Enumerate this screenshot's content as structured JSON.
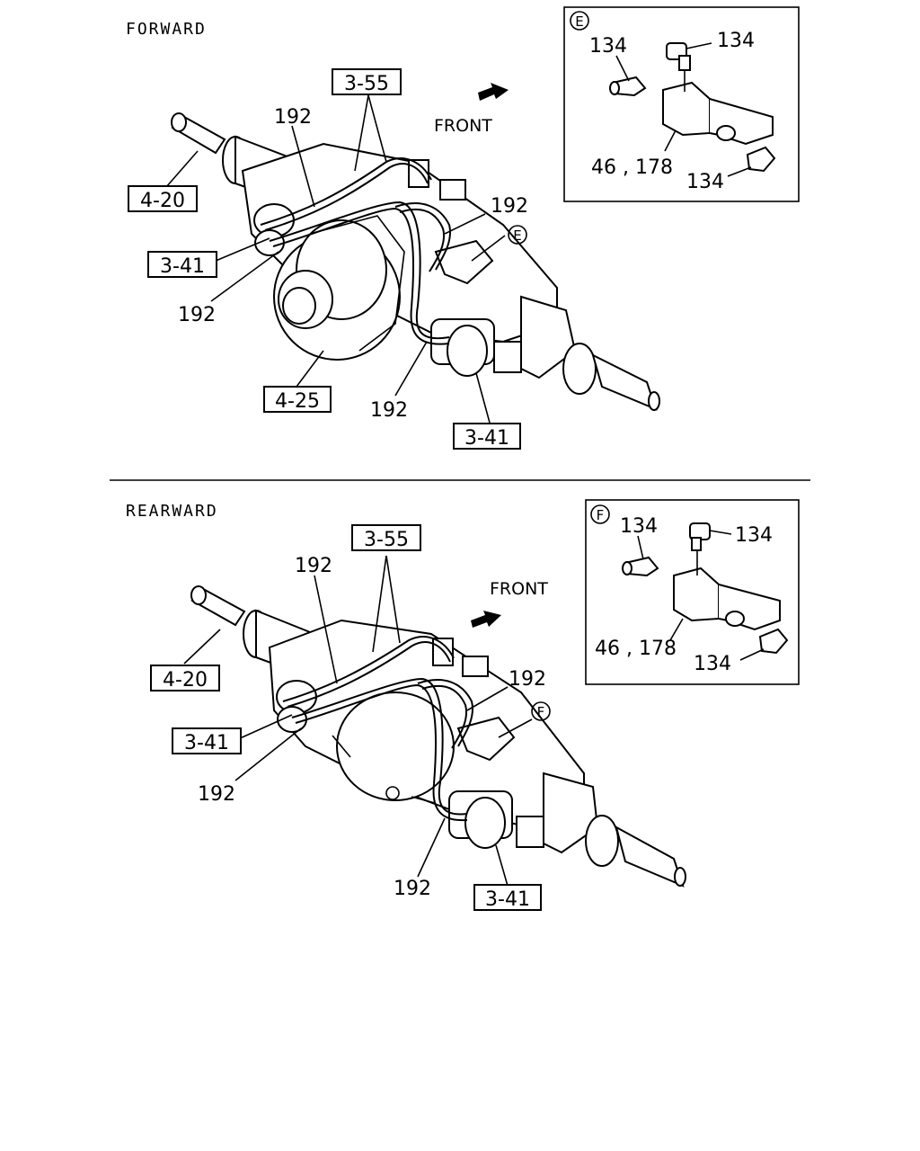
{
  "forward": {
    "title": "FORWARD",
    "front": "FRONT",
    "refs": {
      "r355": "3-55",
      "r420": "4-20",
      "r341a": "3-41",
      "r425": "4-25",
      "r341b": "3-41"
    },
    "parts": {
      "p192a": "192",
      "p192b": "192",
      "p192c": "192",
      "p192d": "192"
    },
    "detail": {
      "marker": "E",
      "callout": "E",
      "p134a": "134",
      "p134b": "134",
      "p134c": "134",
      "p46": "46 , 178"
    }
  },
  "rearward": {
    "title": "REARWARD",
    "front": "FRONT",
    "refs": {
      "r355": "3-55",
      "r420": "4-20",
      "r341a": "3-41",
      "r341b": "3-41"
    },
    "parts": {
      "p192a": "192",
      "p192b": "192",
      "p192c": "192",
      "p192d": "192"
    },
    "detail": {
      "marker": "F",
      "callout": "F",
      "p134a": "134",
      "p134b": "134",
      "p134c": "134",
      "p46": "46 , 178"
    }
  }
}
